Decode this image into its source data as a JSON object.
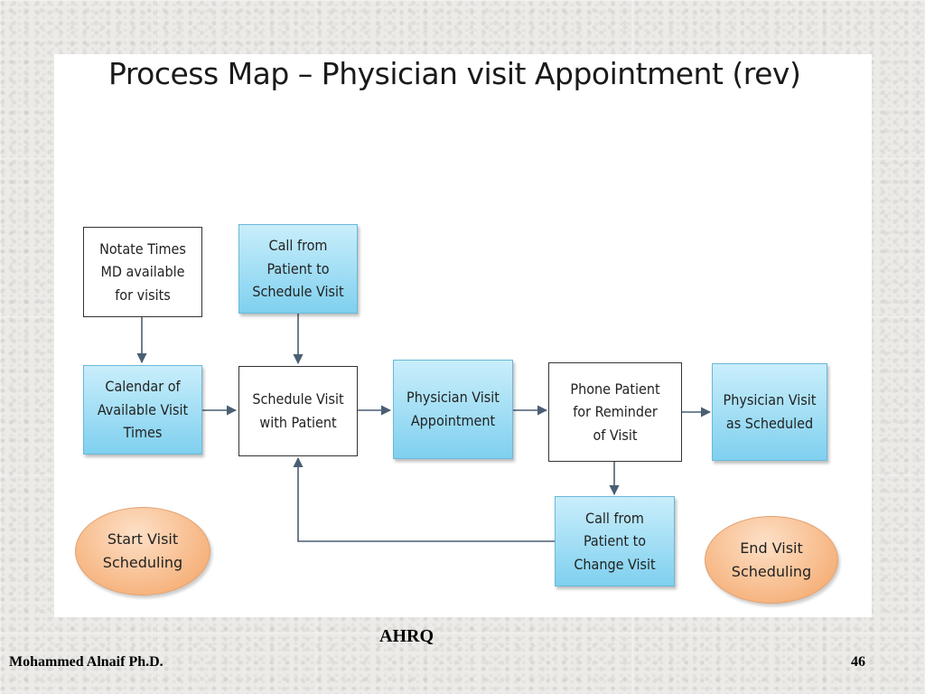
{
  "slide": {
    "title": "Process Map – Physician visit Appointment (rev)",
    "footer_center": "AHRQ",
    "footer_author": "Mohammed Alnaif Ph.D.",
    "page_number": "46"
  },
  "colors": {
    "process_blue_top": "#c9eefb",
    "process_blue_bottom": "#7fd0ef",
    "terminator_orange": "#f6b27c",
    "connector": "#4a5f73"
  },
  "diagram": {
    "notate_times": "Notate Times\nMD available\nfor visits",
    "call_schedule": "Call from\nPatient to\nSchedule Visit",
    "calendar": "Calendar of\nAvailable Visit\nTimes",
    "schedule_visit": "Schedule Visit\nwith Patient",
    "physician_appointment": "Physician Visit\nAppointment",
    "phone_reminder": "Phone Patient\nfor Reminder\nof Visit",
    "visit_as_scheduled": "Physician Visit\nas Scheduled",
    "call_change": "Call from\nPatient to\nChange Visit",
    "start": "Start Visit\nScheduling",
    "end": "End Visit\nScheduling"
  }
}
